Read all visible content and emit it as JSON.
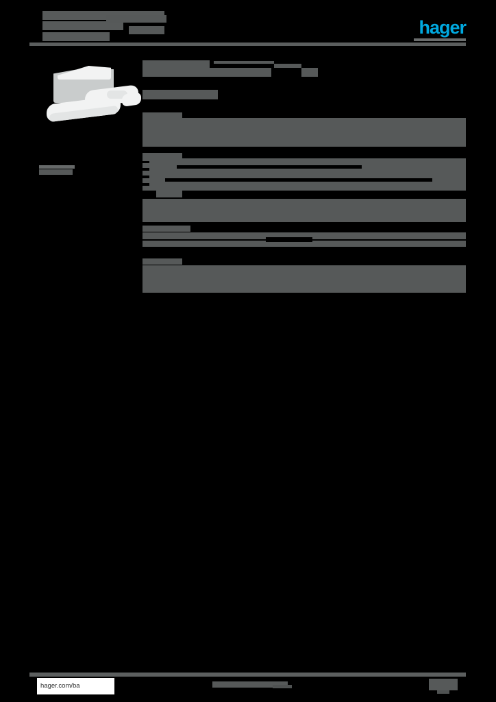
{
  "document": {
    "type": "product-datasheet",
    "brand": "hager",
    "redacted": true,
    "page_background": "#000000",
    "redaction_color": "#565959",
    "brand_color": "#00A9E0"
  },
  "header": {
    "logo_text": "hager",
    "title_lines": [
      "",
      "",
      ""
    ],
    "subtitle": "",
    "rule_visible": true
  },
  "product": {
    "image_alt": "white plastic rail accessory components",
    "image_colors": {
      "highlight": "#f2f3f3",
      "mid": "#e3e5e5",
      "shadow": "#c9cccc"
    }
  },
  "sidebar": {
    "note_label": ""
  },
  "main": {
    "sections": [
      {
        "name": "product-heading",
        "heading": "",
        "sub_heading": "",
        "body": ""
      },
      {
        "name": "specification-table",
        "heading": "",
        "rows": [
          {
            "label": "",
            "value": ""
          },
          {
            "label": "",
            "value": ""
          },
          {
            "label": "",
            "value": ""
          }
        ],
        "body": ""
      },
      {
        "name": "details-section",
        "heading": "",
        "rows": [
          {
            "label": "",
            "value": ""
          },
          {
            "label": "",
            "value": ""
          }
        ]
      },
      {
        "name": "notes-section",
        "heading": "",
        "body": ""
      }
    ]
  },
  "footer": {
    "url": "hager.com/ba",
    "center_text": "",
    "page_number": "",
    "rule_visible": true
  }
}
